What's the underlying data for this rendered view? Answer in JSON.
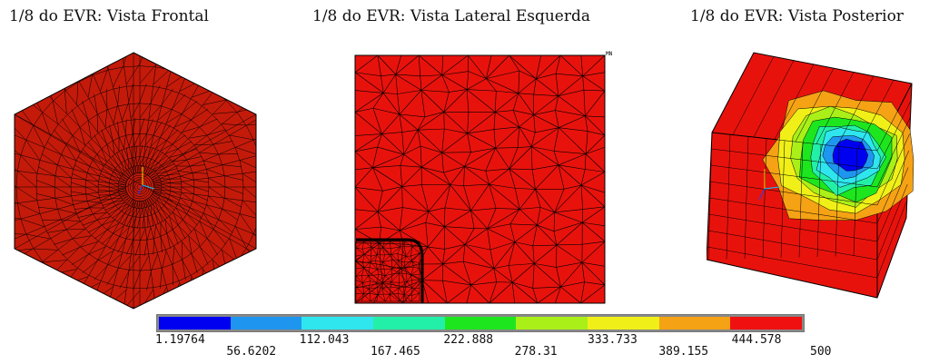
{
  "titles": {
    "front": "1/8 do EVR: Vista Frontal",
    "left": "1/8 do EVR: Vista Lateral Esquerda",
    "back": "1/8 do EVR: Vista Posterior"
  },
  "marker": "MN",
  "colors": {
    "mesh_red": "#e8120c",
    "front_red": "#c41a0a",
    "line": "#000000"
  },
  "legend": {
    "colors": [
      "#0000f0",
      "#1e96f0",
      "#2fe6ee",
      "#23f0a8",
      "#1ee61e",
      "#aaf018",
      "#f0f018",
      "#f5a214",
      "#f01010"
    ],
    "upper_labels": [
      "1.19764",
      "112.043",
      "222.888",
      "333.733",
      "444.578"
    ],
    "lower_labels": [
      "56.6202",
      "167.465",
      "278.31",
      "389.155",
      "500"
    ]
  }
}
